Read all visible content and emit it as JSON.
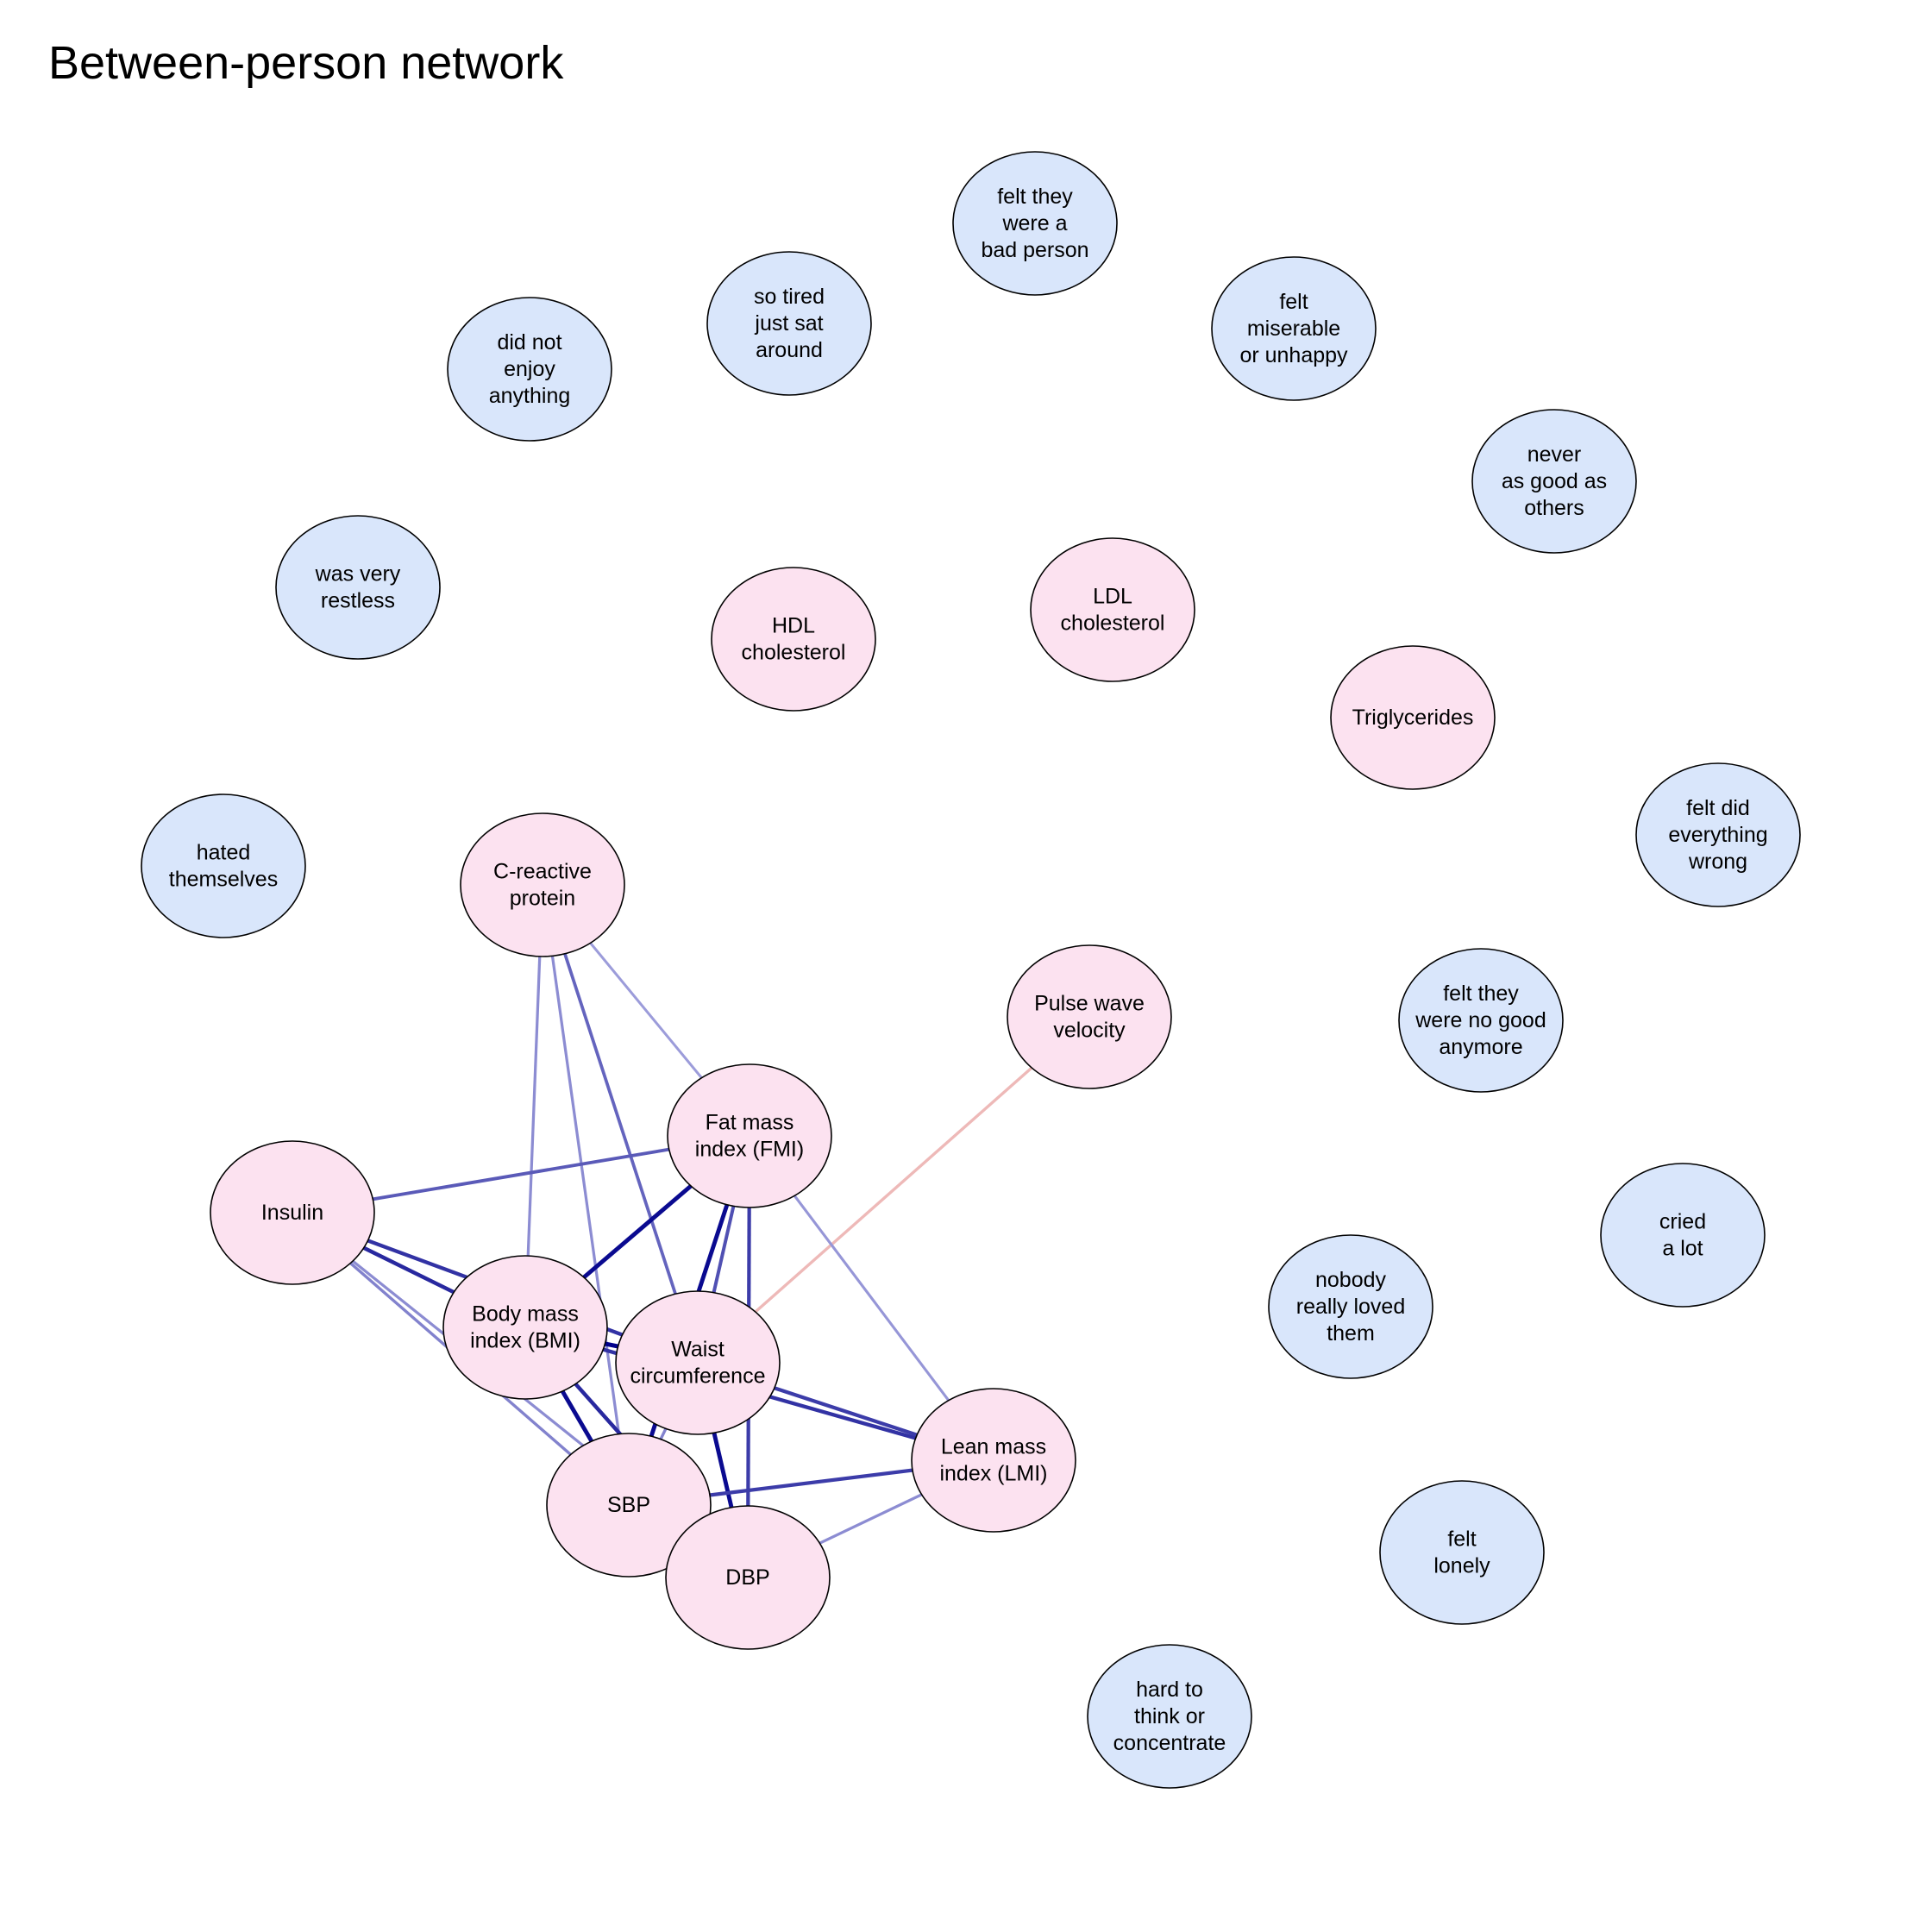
{
  "title": "Between-person network",
  "colors": {
    "depression_node": "#d9e6fb",
    "cardiometabolic_node": "#fce2f0",
    "positive_edge": "#00008b",
    "negative_edge": "#d9827f",
    "node_border": "#000000"
  },
  "nodes": [
    {
      "id": "bad_person",
      "group": "depression",
      "lines": [
        "felt they",
        "were a",
        "bad person"
      ]
    },
    {
      "id": "tired",
      "group": "depression",
      "lines": [
        "so tired",
        "just sat",
        "around"
      ]
    },
    {
      "id": "miserable",
      "group": "depression",
      "lines": [
        "felt",
        "miserable",
        "or unhappy"
      ]
    },
    {
      "id": "not_enjoy",
      "group": "depression",
      "lines": [
        "did not",
        "enjoy",
        "anything"
      ]
    },
    {
      "id": "never_good",
      "group": "depression",
      "lines": [
        "never",
        "as good as",
        "others"
      ]
    },
    {
      "id": "restless",
      "group": "depression",
      "lines": [
        "was very",
        "restless"
      ]
    },
    {
      "id": "hdl",
      "group": "cardiometabolic",
      "lines": [
        "HDL",
        "cholesterol"
      ]
    },
    {
      "id": "ldl",
      "group": "cardiometabolic",
      "lines": [
        "LDL",
        "cholesterol"
      ]
    },
    {
      "id": "trig",
      "group": "cardiometabolic",
      "lines": [
        "Triglycerides"
      ]
    },
    {
      "id": "did_wrong",
      "group": "depression",
      "lines": [
        "felt did",
        "everything",
        "wrong"
      ]
    },
    {
      "id": "hated",
      "group": "depression",
      "lines": [
        "hated",
        "themselves"
      ]
    },
    {
      "id": "crp",
      "group": "cardiometabolic",
      "lines": [
        "C-reactive",
        "protein"
      ]
    },
    {
      "id": "pwv",
      "group": "cardiometabolic",
      "lines": [
        "Pulse wave",
        "velocity"
      ]
    },
    {
      "id": "no_good",
      "group": "depression",
      "lines": [
        "felt they",
        "were no good",
        "anymore"
      ]
    },
    {
      "id": "fmi",
      "group": "cardiometabolic",
      "lines": [
        "Fat mass",
        "index (FMI)"
      ]
    },
    {
      "id": "insulin",
      "group": "cardiometabolic",
      "lines": [
        "Insulin"
      ]
    },
    {
      "id": "cried",
      "group": "depression",
      "lines": [
        "cried",
        "a lot"
      ]
    },
    {
      "id": "nobody_loved",
      "group": "depression",
      "lines": [
        "nobody",
        "really loved",
        "them"
      ]
    },
    {
      "id": "bmi",
      "group": "cardiometabolic",
      "lines": [
        "Body mass",
        "index (BMI)"
      ]
    },
    {
      "id": "waist",
      "group": "cardiometabolic",
      "lines": [
        "Waist",
        "circumference"
      ]
    },
    {
      "id": "lmi",
      "group": "cardiometabolic",
      "lines": [
        "Lean mass",
        "index (LMI)"
      ]
    },
    {
      "id": "sbp",
      "group": "cardiometabolic",
      "lines": [
        "SBP"
      ]
    },
    {
      "id": "dbp",
      "group": "cardiometabolic",
      "lines": [
        "DBP"
      ]
    },
    {
      "id": "lonely",
      "group": "depression",
      "lines": [
        "felt",
        "lonely"
      ]
    },
    {
      "id": "concentrate",
      "group": "depression",
      "lines": [
        "hard to",
        "think or",
        "concentrate"
      ]
    }
  ],
  "edges": [
    {
      "from": "pwv",
      "to": "waist",
      "sign": "negative",
      "strength": 0.35
    },
    {
      "from": "crp",
      "to": "fmi",
      "sign": "positive",
      "strength": 0.22
    },
    {
      "from": "crp",
      "to": "bmi",
      "sign": "positive",
      "strength": 0.3
    },
    {
      "from": "crp",
      "to": "waist",
      "sign": "positive",
      "strength": 0.5
    },
    {
      "from": "crp",
      "to": "sbp",
      "sign": "positive",
      "strength": 0.3
    },
    {
      "from": "insulin",
      "to": "fmi",
      "sign": "positive",
      "strength": 0.55
    },
    {
      "from": "insulin",
      "to": "bmi",
      "sign": "positive",
      "strength": 0.8
    },
    {
      "from": "insulin",
      "to": "waist",
      "sign": "positive",
      "strength": 0.75
    },
    {
      "from": "insulin",
      "to": "sbp",
      "sign": "positive",
      "strength": 0.35
    },
    {
      "from": "insulin",
      "to": "dbp",
      "sign": "positive",
      "strength": 0.3
    },
    {
      "from": "fmi",
      "to": "bmi",
      "sign": "positive",
      "strength": 0.95
    },
    {
      "from": "fmi",
      "to": "waist",
      "sign": "positive",
      "strength": 0.6
    },
    {
      "from": "fmi",
      "to": "sbp",
      "sign": "positive",
      "strength": 0.95
    },
    {
      "from": "fmi",
      "to": "dbp",
      "sign": "positive",
      "strength": 0.7
    },
    {
      "from": "fmi",
      "to": "lmi",
      "sign": "positive",
      "strength": 0.25
    },
    {
      "from": "bmi",
      "to": "waist",
      "sign": "positive",
      "strength": 1.0
    },
    {
      "from": "bmi",
      "to": "lmi",
      "sign": "positive",
      "strength": 0.75
    },
    {
      "from": "bmi",
      "to": "sbp",
      "sign": "positive",
      "strength": 0.95
    },
    {
      "from": "bmi",
      "to": "dbp",
      "sign": "positive",
      "strength": 0.8
    },
    {
      "from": "waist",
      "to": "sbp",
      "sign": "positive",
      "strength": 0.35
    },
    {
      "from": "waist",
      "to": "dbp",
      "sign": "positive",
      "strength": 0.95
    },
    {
      "from": "waist",
      "to": "lmi",
      "sign": "positive",
      "strength": 0.7
    },
    {
      "from": "sbp",
      "to": "lmi",
      "sign": "positive",
      "strength": 0.7
    },
    {
      "from": "dbp",
      "to": "lmi",
      "sign": "positive",
      "strength": 0.3
    }
  ]
}
